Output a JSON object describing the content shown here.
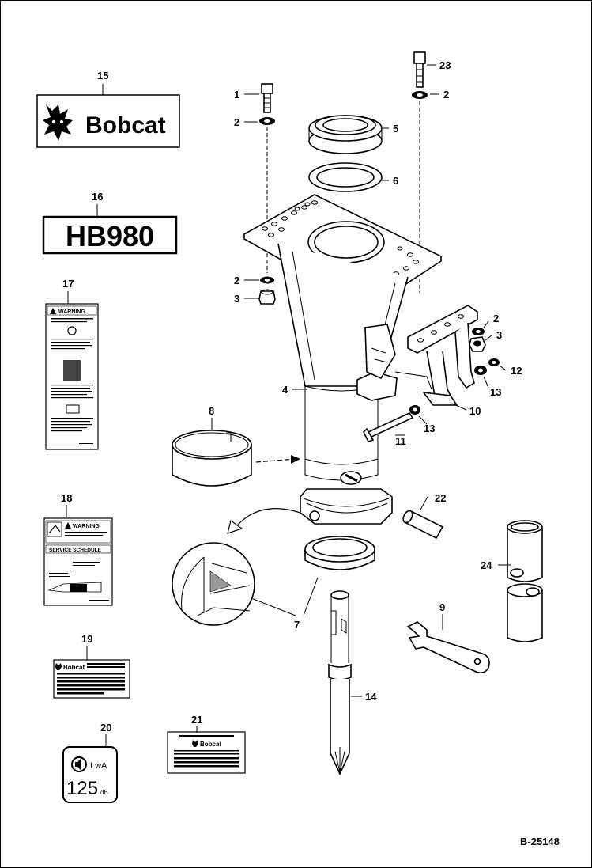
{
  "figure_id": "B-25148",
  "decals": {
    "bobcat_logo": "Bobcat",
    "model": "HB980",
    "warning_header": "WARNING",
    "service_schedule": "SERVICE SCHEDULE",
    "noise_unit": "LwA",
    "noise_value": "125",
    "noise_db": "dB"
  },
  "callouts": [
    "1",
    "2",
    "2",
    "2",
    "2",
    "3",
    "3",
    "4",
    "5",
    "6",
    "7",
    "8",
    "9",
    "10",
    "11",
    "12",
    "13",
    "13",
    "14",
    "15",
    "16",
    "17",
    "18",
    "19",
    "20",
    "21",
    "22",
    "23",
    "24"
  ],
  "colors": {
    "line": "#000000",
    "background": "#ffffff"
  }
}
